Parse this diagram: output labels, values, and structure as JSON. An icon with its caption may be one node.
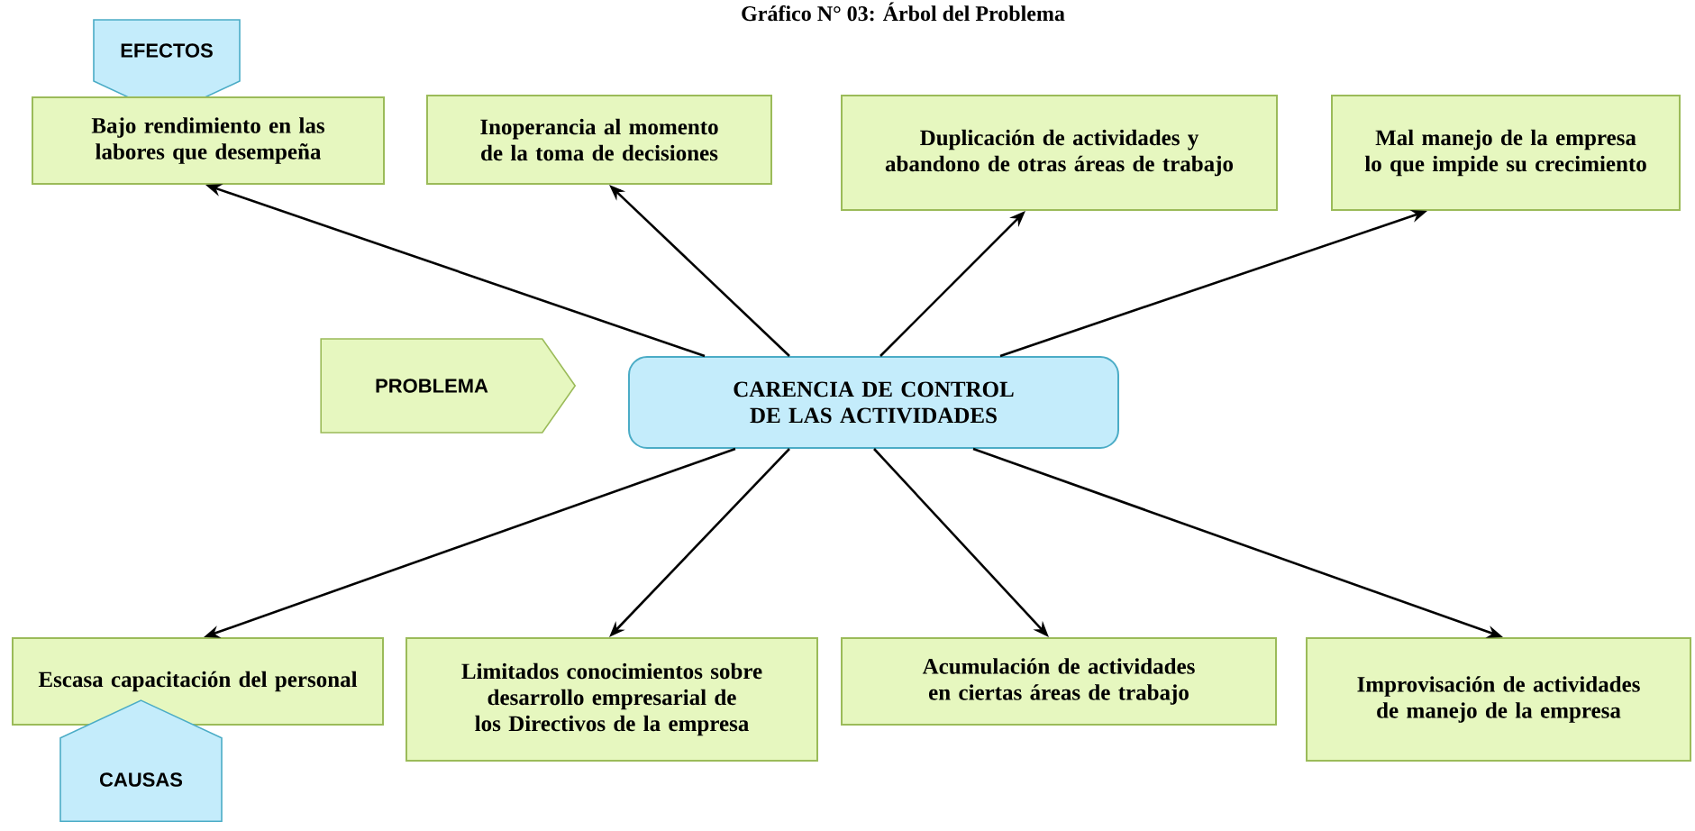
{
  "diagram": {
    "title": "Gráfico N° 03: Árbol del Problema",
    "nodes": [
      {
        "text": [
          "EFECTOS"
        ]
      },
      {
        "text": [
          "Bajo rendimiento en las labores que desempeña"
        ]
      },
      {
        "text": [
          "Inoperancia al momento de la toma de decisiones"
        ]
      },
      {
        "text": [
          "Duplicación de actividades y abandono de otras  áreas de trabajo"
        ]
      },
      {
        "text": [
          "Mal manejo de la empresa lo que impide su crecimiento"
        ]
      },
      {
        "text": [
          "PROBLEMA"
        ]
      },
      {
        "text": [
          "CARENCIA DE CONTROL DE LAS ACTIVIDADES"
        ]
      },
      {
        "text": [
          "Escasa capacitación del personal"
        ]
      },
      {
        "text": [
          "Limitados conocimientos sobre desarrollo empresarial de los Directivos de la empresa"
        ]
      },
      {
        "text": [
          "Acumulación de actividades en ciertas áreas de trabajo"
        ]
      },
      {
        "text": [
          "Improvisación de actividades de manejo de la empresa"
        ]
      },
      {
        "text": [
          "CAUSAS"
        ]
      }
    ],
    "edges": [
      {
        "from": 6,
        "to": 1,
        "arrow": "to"
      },
      {
        "from": 6,
        "to": 2,
        "arrow": "to"
      },
      {
        "from": 6,
        "to": 3,
        "arrow": "to"
      },
      {
        "from": 6,
        "to": 4,
        "arrow": "to"
      },
      {
        "from": 6,
        "to": 7,
        "arrow": "to"
      },
      {
        "from": 6,
        "to": 8,
        "arrow": "to"
      },
      {
        "from": 6,
        "to": 9,
        "arrow": "to"
      },
      {
        "from": 6,
        "to": 10,
        "arrow": "to"
      }
    ]
  }
}
